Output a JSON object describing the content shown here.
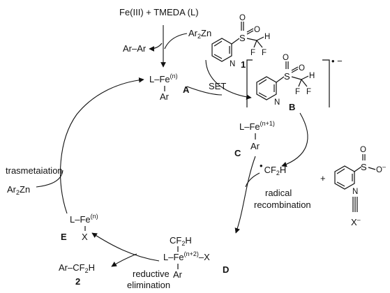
{
  "start": {
    "reagents": "Fe(III) + TMEDA (L)",
    "aryl_zinc": "Ar",
    "aryl_zinc_sub": "2",
    "aryl_zinc_tail": "Zn",
    "biaryl": "Ar–Ar"
  },
  "species": {
    "A": {
      "label": "A",
      "metal": "L–Fe",
      "ox": "(n)",
      "lig": "Ar"
    },
    "B": {
      "label": "B",
      "charge": "• −"
    },
    "C": {
      "label": "C",
      "metal": "L–Fe",
      "ox": "(n+1)",
      "lig": "Ar"
    },
    "D": {
      "label": "D",
      "top": "CF",
      "top_sub": "2",
      "top_tail": "H",
      "metal": "L–Fe",
      "ox": "(n+2)",
      "right": "–X",
      "lig": "Ar"
    },
    "E": {
      "label": "E",
      "metal": "L–Fe",
      "ox": "(n)",
      "lig": "X"
    }
  },
  "reagent_1": {
    "label": "1"
  },
  "atoms": {
    "S": "S",
    "O": "O",
    "F": "F",
    "H": "H",
    "N": "N",
    "O_minus": "O",
    "O_charge": "–"
  },
  "radical": {
    "dot": "•",
    "formula": "CF",
    "sub": "2",
    "tail": "H"
  },
  "plus": "+",
  "counterion": {
    "text": "X",
    "charge": "–"
  },
  "steps": {
    "set": "SET",
    "radical_recombination_1": "radical",
    "radical_recombination_2": "recombination",
    "reductive_elimination_1": "reductive",
    "reductive_elimination_2": "elimination",
    "transmetalation": "trasmetaiation",
    "transmetalation_reagent": "Ar",
    "transmetalation_reagent_sub": "2",
    "transmetalation_reagent_tail": "Zn"
  },
  "product": {
    "label": "2",
    "formula": "Ar–CF",
    "sub": "2",
    "tail": "H"
  }
}
